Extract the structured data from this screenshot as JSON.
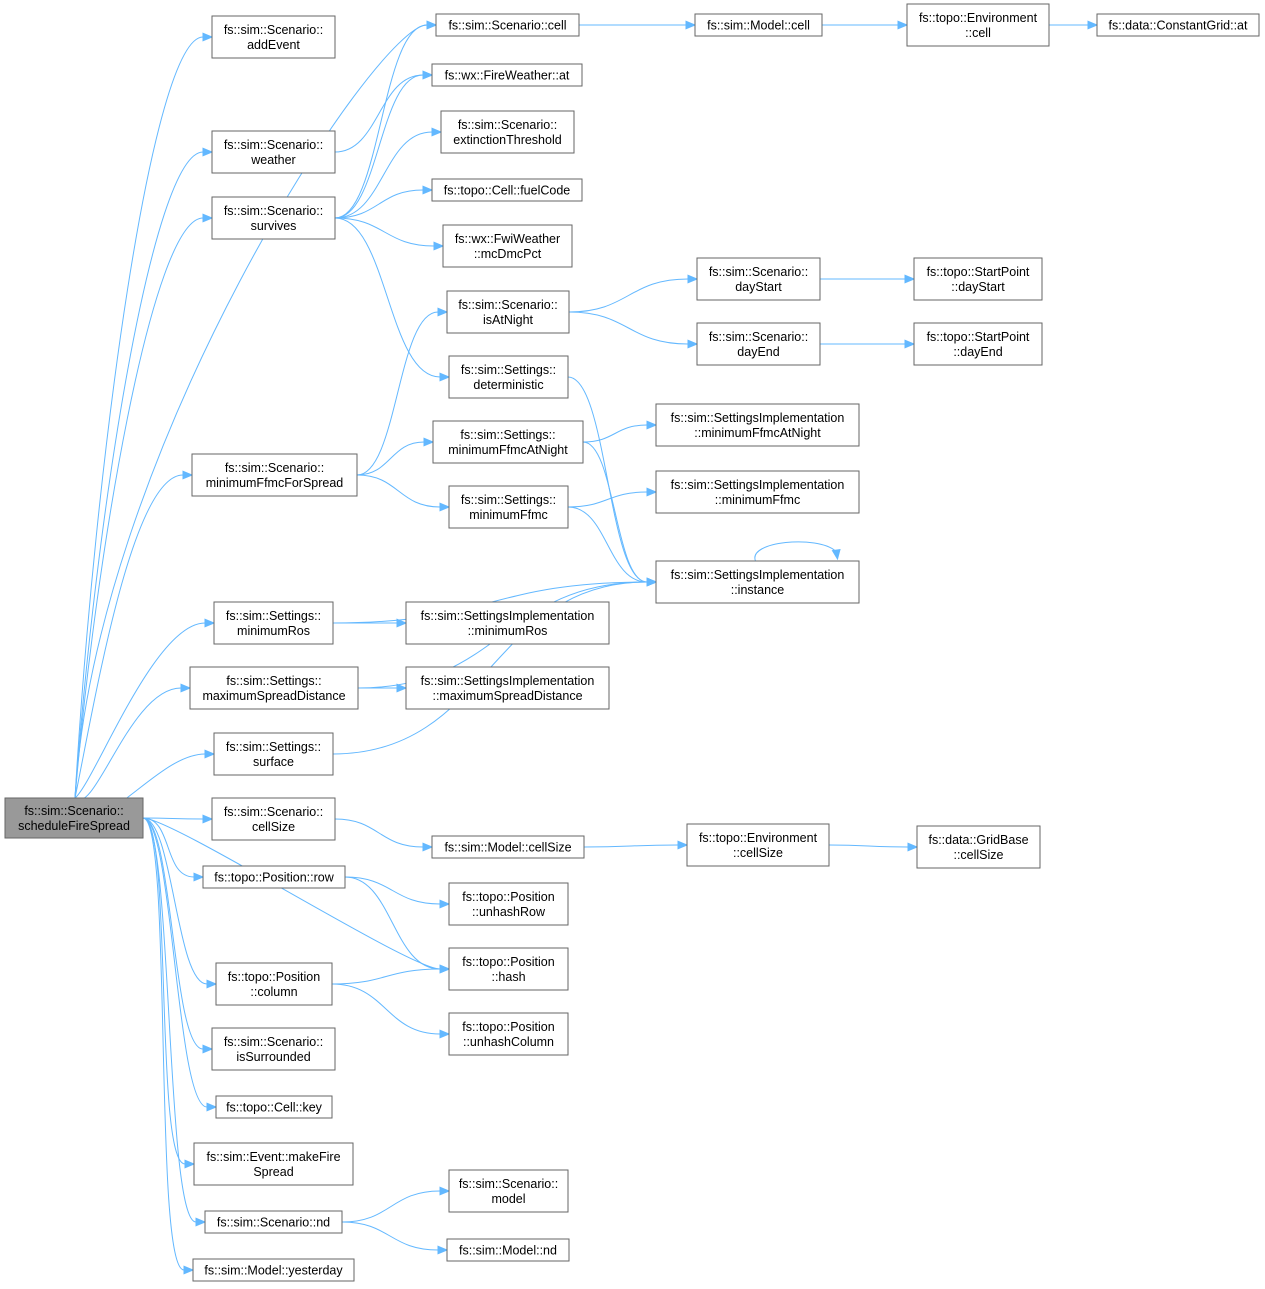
{
  "nodes": [
    {
      "id": "root",
      "lines": [
        "fs::sim::Scenario::",
        "scheduleFireSpread"
      ],
      "root": true
    },
    {
      "id": "addEvent",
      "lines": [
        "fs::sim::Scenario::",
        "addEvent"
      ]
    },
    {
      "id": "weather",
      "lines": [
        "fs::sim::Scenario::",
        "weather"
      ]
    },
    {
      "id": "survives",
      "lines": [
        "fs::sim::Scenario::",
        "survives"
      ]
    },
    {
      "id": "minFfmcSpread",
      "lines": [
        "fs::sim::Scenario::",
        "minimumFfmcForSpread"
      ]
    },
    {
      "id": "setMinRos",
      "lines": [
        "fs::sim::Settings::",
        "minimumRos"
      ]
    },
    {
      "id": "setMaxSpread",
      "lines": [
        "fs::sim::Settings::",
        "maximumSpreadDistance"
      ]
    },
    {
      "id": "setSurface",
      "lines": [
        "fs::sim::Settings::",
        "surface"
      ]
    },
    {
      "id": "scnCellSize",
      "lines": [
        "fs::sim::Scenario::",
        "cellSize"
      ]
    },
    {
      "id": "posRow",
      "lines": [
        "fs::topo::Position::row"
      ]
    },
    {
      "id": "posColumn",
      "lines": [
        "fs::topo::Position",
        "::column"
      ]
    },
    {
      "id": "isSurrounded",
      "lines": [
        "fs::sim::Scenario::",
        "isSurrounded"
      ]
    },
    {
      "id": "cellKey",
      "lines": [
        "fs::topo::Cell::key"
      ]
    },
    {
      "id": "makeFireSpread",
      "lines": [
        "fs::sim::Event::makeFire",
        "Spread"
      ]
    },
    {
      "id": "scnNd",
      "lines": [
        "fs::sim::Scenario::nd"
      ]
    },
    {
      "id": "modelYesterday",
      "lines": [
        "fs::sim::Model::yesterday"
      ]
    },
    {
      "id": "scnCell",
      "lines": [
        "fs::sim::Scenario::cell"
      ]
    },
    {
      "id": "fwAt",
      "lines": [
        "fs::wx::FireWeather::at"
      ]
    },
    {
      "id": "extinction",
      "lines": [
        "fs::sim::Scenario::",
        "extinctionThreshold"
      ]
    },
    {
      "id": "fuelCode",
      "lines": [
        "fs::topo::Cell::fuelCode"
      ]
    },
    {
      "id": "mcDmcPct",
      "lines": [
        "fs::wx::FwiWeather",
        "::mcDmcPct"
      ]
    },
    {
      "id": "isAtNight",
      "lines": [
        "fs::sim::Scenario::",
        "isAtNight"
      ]
    },
    {
      "id": "deterministic",
      "lines": [
        "fs::sim::Settings::",
        "deterministic"
      ]
    },
    {
      "id": "setMinFfmcNight",
      "lines": [
        "fs::sim::Settings::",
        "minimumFfmcAtNight"
      ]
    },
    {
      "id": "setMinFfmc",
      "lines": [
        "fs::sim::Settings::",
        "minimumFfmc"
      ]
    },
    {
      "id": "implMinRos",
      "lines": [
        "fs::sim::SettingsImplementation",
        "::minimumRos"
      ]
    },
    {
      "id": "implMaxSpread",
      "lines": [
        "fs::sim::SettingsImplementation",
        "::maximumSpreadDistance"
      ]
    },
    {
      "id": "modelCellSize",
      "lines": [
        "fs::sim::Model::cellSize"
      ]
    },
    {
      "id": "unhashRow",
      "lines": [
        "fs::topo::Position",
        "::unhashRow"
      ]
    },
    {
      "id": "posHash",
      "lines": [
        "fs::topo::Position",
        "::hash"
      ]
    },
    {
      "id": "unhashColumn",
      "lines": [
        "fs::topo::Position",
        "::unhashColumn"
      ]
    },
    {
      "id": "scnModel",
      "lines": [
        "fs::sim::Scenario::",
        "model"
      ]
    },
    {
      "id": "modelNd",
      "lines": [
        "fs::sim::Model::nd"
      ]
    },
    {
      "id": "modelCell",
      "lines": [
        "fs::sim::Model::cell"
      ]
    },
    {
      "id": "dayStart",
      "lines": [
        "fs::sim::Scenario::",
        "dayStart"
      ]
    },
    {
      "id": "dayEnd",
      "lines": [
        "fs::sim::Scenario::",
        "dayEnd"
      ]
    },
    {
      "id": "implMinFfmcNight",
      "lines": [
        "fs::sim::SettingsImplementation",
        "::minimumFfmcAtNight"
      ]
    },
    {
      "id": "implMinFfmc",
      "lines": [
        "fs::sim::SettingsImplementation",
        "::minimumFfmc"
      ]
    },
    {
      "id": "implInstance",
      "lines": [
        "fs::sim::SettingsImplementation",
        "::instance"
      ]
    },
    {
      "id": "envCellSize",
      "lines": [
        "fs::topo::Environment",
        "::cellSize"
      ]
    },
    {
      "id": "envCell",
      "lines": [
        "fs::topo::Environment",
        "::cell"
      ]
    },
    {
      "id": "spDayStart",
      "lines": [
        "fs::topo::StartPoint",
        "::dayStart"
      ]
    },
    {
      "id": "spDayEnd",
      "lines": [
        "fs::topo::StartPoint",
        "::dayEnd"
      ]
    },
    {
      "id": "gridCellSize",
      "lines": [
        "fs::data::GridBase",
        "::cellSize"
      ]
    },
    {
      "id": "constGridAt",
      "lines": [
        "fs::data::ConstantGrid::at"
      ]
    }
  ],
  "edges": [
    [
      "root",
      "addEvent"
    ],
    [
      "root",
      "weather"
    ],
    [
      "root",
      "survives"
    ],
    [
      "root",
      "minFfmcSpread"
    ],
    [
      "root",
      "setMinRos"
    ],
    [
      "root",
      "setMaxSpread"
    ],
    [
      "root",
      "setSurface"
    ],
    [
      "root",
      "scnCellSize"
    ],
    [
      "root",
      "posRow"
    ],
    [
      "root",
      "posColumn"
    ],
    [
      "root",
      "isSurrounded"
    ],
    [
      "root",
      "cellKey"
    ],
    [
      "root",
      "makeFireSpread"
    ],
    [
      "root",
      "scnNd"
    ],
    [
      "root",
      "modelYesterday"
    ],
    [
      "root",
      "scnCell"
    ],
    [
      "root",
      "posHash"
    ],
    [
      "weather",
      "fwAt"
    ],
    [
      "survives",
      "scnCell"
    ],
    [
      "survives",
      "fwAt"
    ],
    [
      "survives",
      "extinction"
    ],
    [
      "survives",
      "fuelCode"
    ],
    [
      "survives",
      "mcDmcPct"
    ],
    [
      "survives",
      "deterministic"
    ],
    [
      "minFfmcSpread",
      "isAtNight"
    ],
    [
      "minFfmcSpread",
      "setMinFfmcNight"
    ],
    [
      "minFfmcSpread",
      "setMinFfmc"
    ],
    [
      "setMinRos",
      "implMinRos"
    ],
    [
      "setMinRos",
      "implInstance"
    ],
    [
      "setMaxSpread",
      "implMaxSpread"
    ],
    [
      "setMaxSpread",
      "implInstance"
    ],
    [
      "setSurface",
      "implInstance"
    ],
    [
      "scnCellSize",
      "modelCellSize"
    ],
    [
      "posRow",
      "unhashRow"
    ],
    [
      "posRow",
      "posHash"
    ],
    [
      "posColumn",
      "posHash"
    ],
    [
      "posColumn",
      "unhashColumn"
    ],
    [
      "scnNd",
      "scnModel"
    ],
    [
      "scnNd",
      "modelNd"
    ],
    [
      "scnCell",
      "modelCell"
    ],
    [
      "modelCell",
      "envCell"
    ],
    [
      "envCell",
      "constGridAt"
    ],
    [
      "isAtNight",
      "dayStart"
    ],
    [
      "isAtNight",
      "dayEnd"
    ],
    [
      "dayStart",
      "spDayStart"
    ],
    [
      "dayEnd",
      "spDayEnd"
    ],
    [
      "deterministic",
      "implInstance"
    ],
    [
      "setMinFfmcNight",
      "implMinFfmcNight"
    ],
    [
      "setMinFfmcNight",
      "implInstance"
    ],
    [
      "setMinFfmc",
      "implMinFfmc"
    ],
    [
      "setMinFfmc",
      "implInstance"
    ],
    [
      "implInstance",
      "implInstance"
    ],
    [
      "modelCellSize",
      "envCellSize"
    ],
    [
      "envCellSize",
      "gridCellSize"
    ]
  ]
}
